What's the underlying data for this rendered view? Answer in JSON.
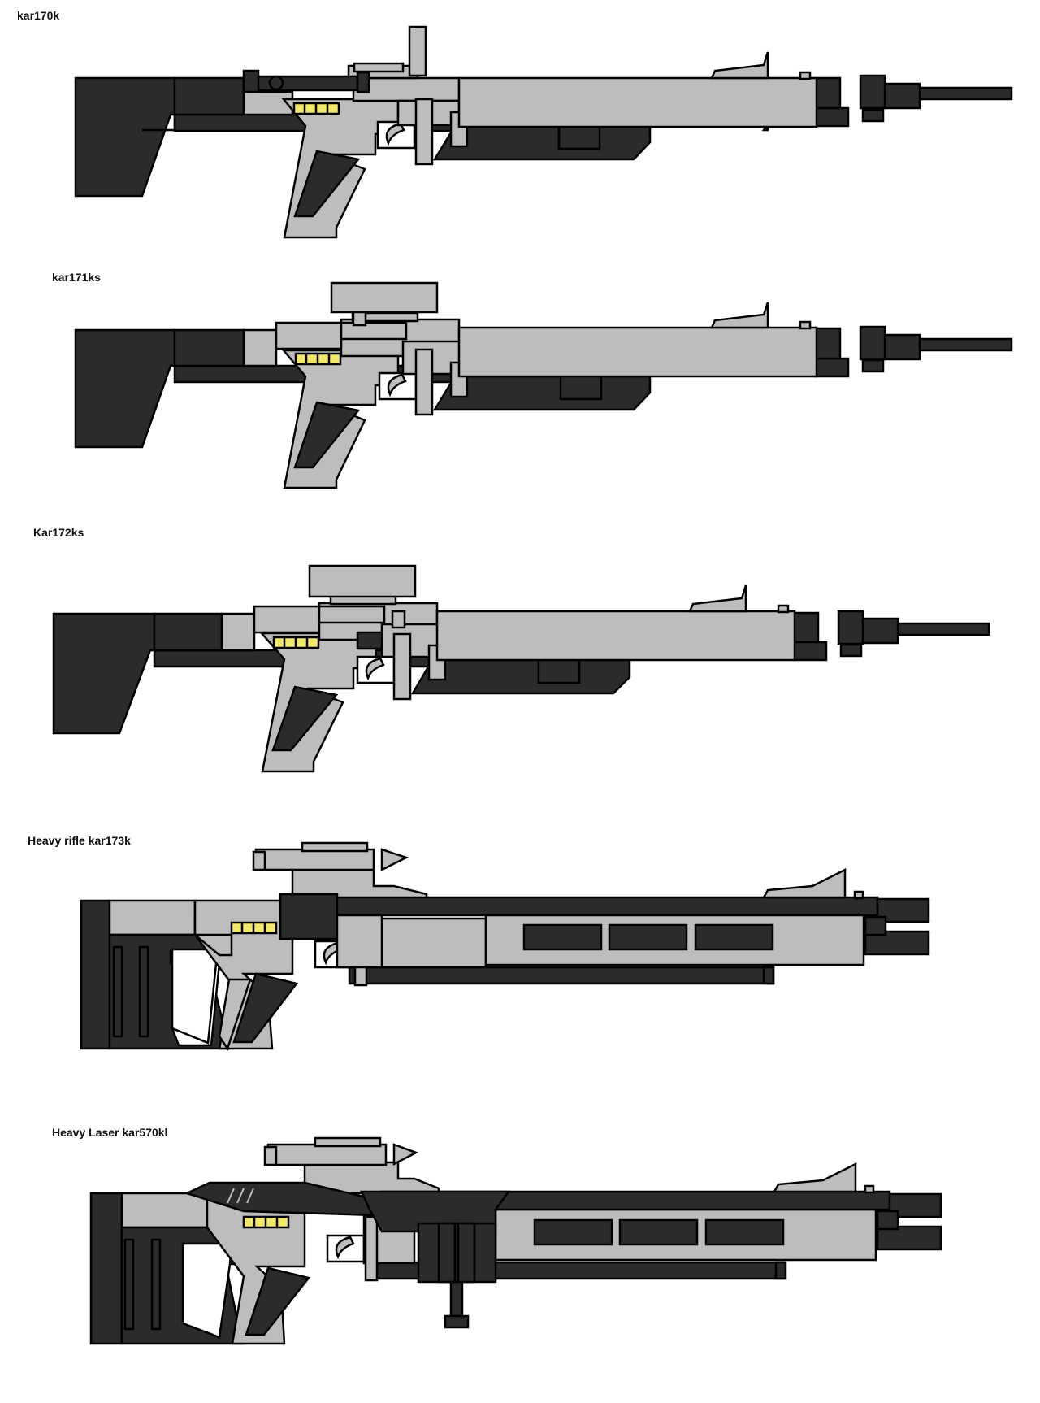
{
  "rifles": [
    {
      "label": "kar170k"
    },
    {
      "label": "kar171ks"
    },
    {
      "label": "Kar172ks"
    },
    {
      "label": "Heavy rifle kar173k"
    },
    {
      "label": "Heavy Laser kar570kl"
    }
  ],
  "colors": {
    "dark": "#2b2b2b",
    "light": "#bdbdbd",
    "outline": "#000000",
    "ammo": "#f2e96a",
    "background": "#ffffff"
  }
}
